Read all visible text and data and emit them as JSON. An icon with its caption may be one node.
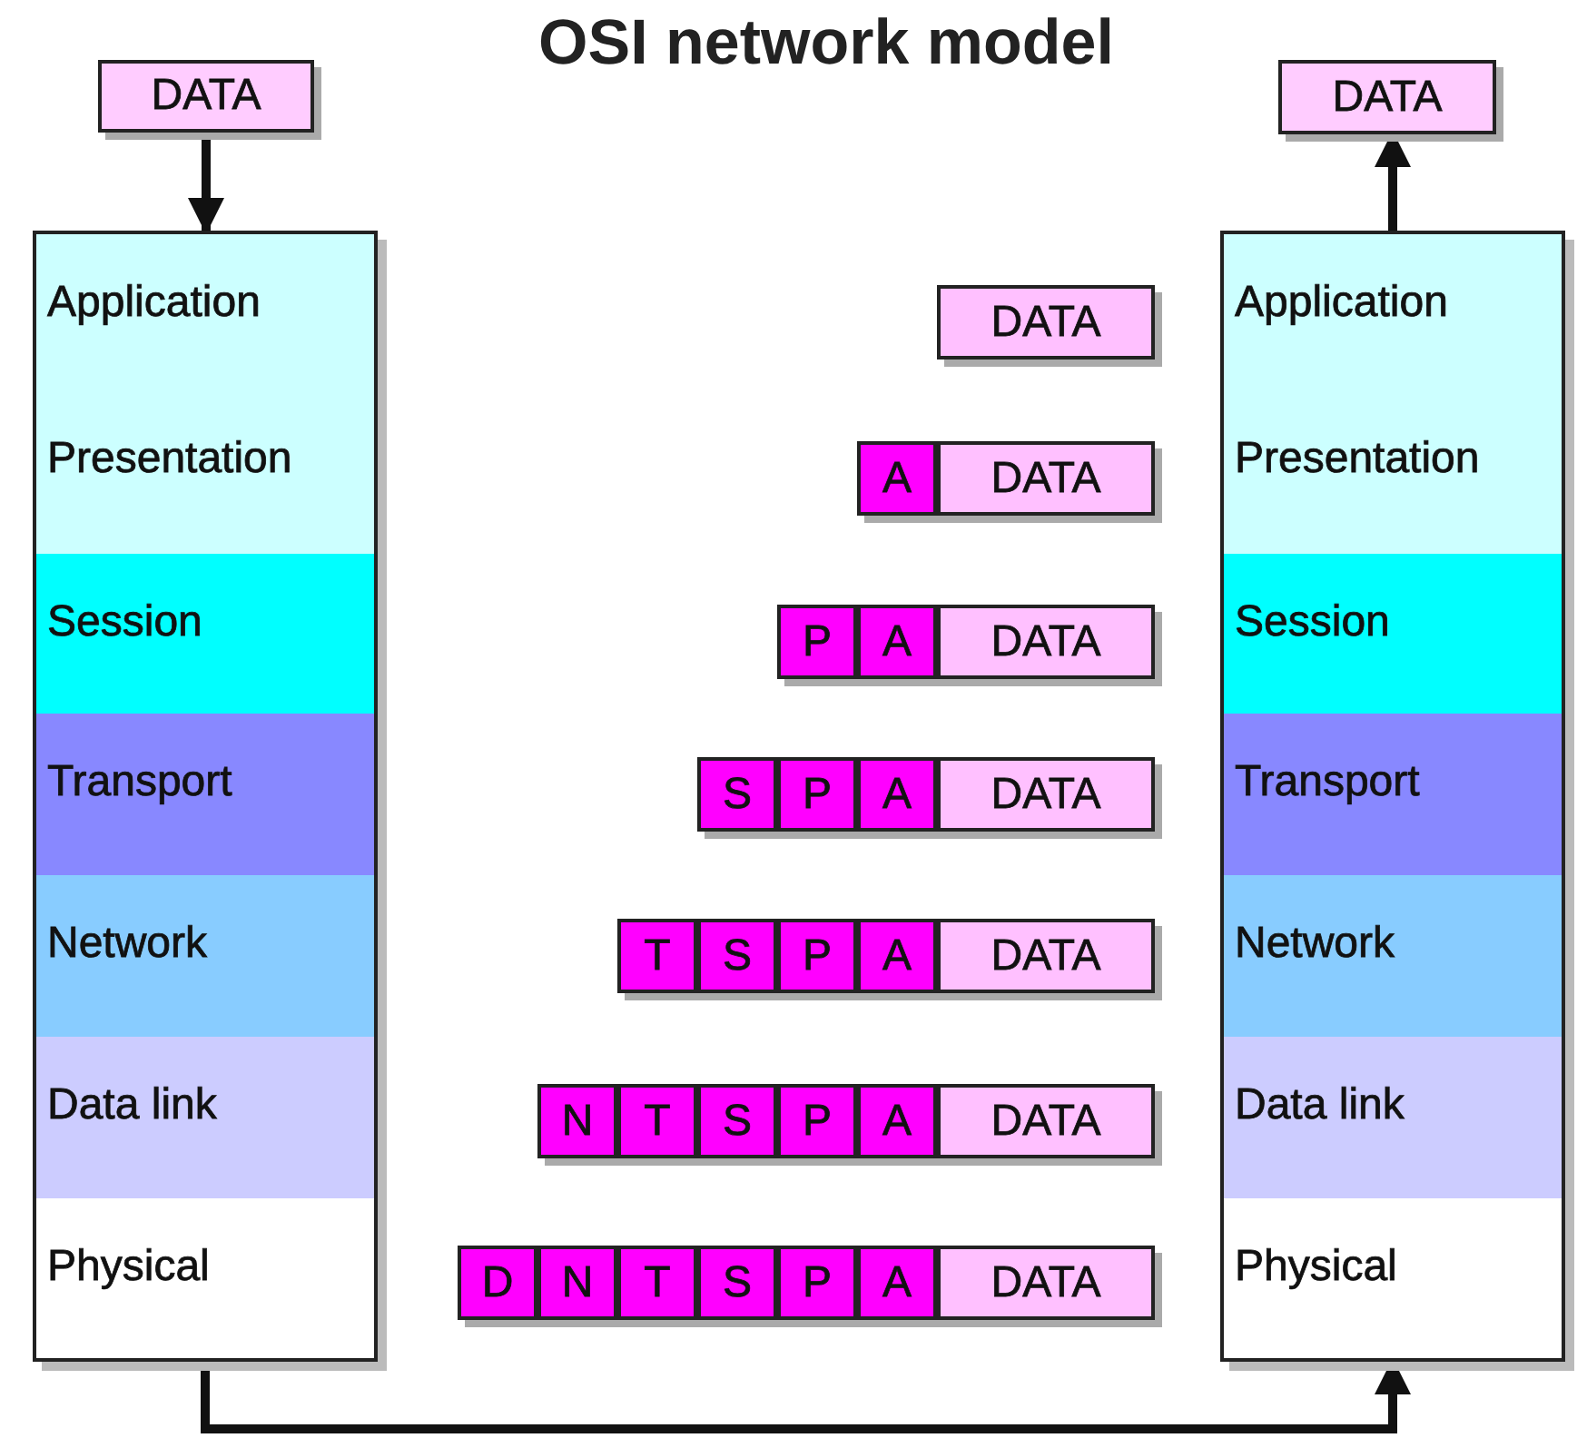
{
  "diagram": {
    "title": "OSI network model",
    "nodes": [
      {
        "text": [
          "DATA"
        ]
      },
      {
        "text": [
          "Application"
        ]
      },
      {
        "text": [
          "Presentation"
        ]
      },
      {
        "text": [
          "Session"
        ]
      },
      {
        "text": [
          "Transport"
        ]
      },
      {
        "text": [
          "Network"
        ]
      },
      {
        "text": [
          "Data link"
        ]
      },
      {
        "text": [
          "Physical"
        ]
      },
      {
        "text": [
          "DATA"
        ]
      },
      {
        "text": [
          "Application"
        ]
      },
      {
        "text": [
          "Presentation"
        ]
      },
      {
        "text": [
          "Session"
        ]
      },
      {
        "text": [
          "Transport"
        ]
      },
      {
        "text": [
          "Network"
        ]
      },
      {
        "text": [
          "Data link"
        ]
      },
      {
        "text": [
          "Physical"
        ]
      },
      {
        "text": [
          "DATA"
        ]
      },
      {
        "text": [
          "A"
        ]
      },
      {
        "text": [
          "DATA"
        ]
      },
      {
        "text": [
          "P"
        ]
      },
      {
        "text": [
          "A"
        ]
      },
      {
        "text": [
          "DATA"
        ]
      },
      {
        "text": [
          "S"
        ]
      },
      {
        "text": [
          "P"
        ]
      },
      {
        "text": [
          "A"
        ]
      },
      {
        "text": [
          "DATA"
        ]
      },
      {
        "text": [
          "T"
        ]
      },
      {
        "text": [
          "S"
        ]
      },
      {
        "text": [
          "P"
        ]
      },
      {
        "text": [
          "A"
        ]
      },
      {
        "text": [
          "DATA"
        ]
      },
      {
        "text": [
          "N"
        ]
      },
      {
        "text": [
          "T"
        ]
      },
      {
        "text": [
          "S"
        ]
      },
      {
        "text": [
          "P"
        ]
      },
      {
        "text": [
          "A"
        ]
      },
      {
        "text": [
          "DATA"
        ]
      },
      {
        "text": [
          "D"
        ]
      },
      {
        "text": [
          "N"
        ]
      },
      {
        "text": [
          "T"
        ]
      },
      {
        "text": [
          "S"
        ]
      },
      {
        "text": [
          "P"
        ]
      },
      {
        "text": [
          "A"
        ]
      },
      {
        "text": [
          "DATA"
        ]
      }
    ],
    "edges": [
      {
        "from": 0,
        "to": 1,
        "arrow": "to"
      },
      {
        "from": 7,
        "to": 15,
        "arrow": "to"
      },
      {
        "from": 9,
        "to": 8,
        "arrow": "to"
      }
    ]
  }
}
